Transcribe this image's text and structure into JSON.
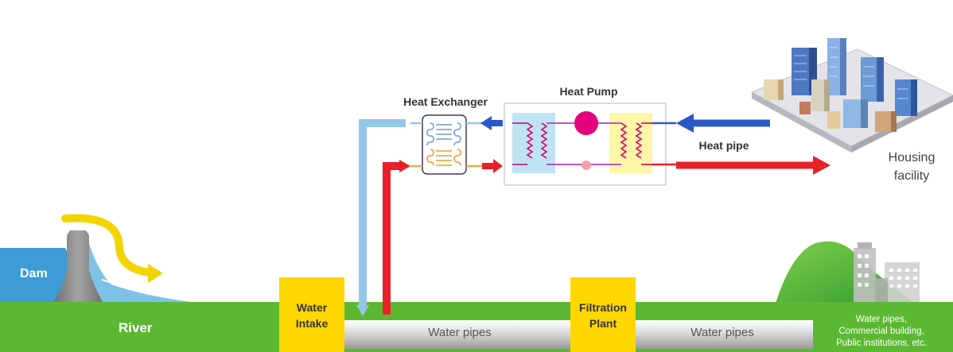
{
  "labels": {
    "dam": "Dam",
    "river": "River",
    "water_intake_line1": "Water",
    "water_intake_line2": "Intake",
    "filtration_line1": "Filtration",
    "filtration_line2": "Plant",
    "water_pipes_1": "Water pipes",
    "water_pipes_2": "Water pipes",
    "heat_exchanger": "Heat Exchanger",
    "heat_pump": "Heat Pump",
    "heat_pipe": "Heat pipe",
    "housing_line1": "Housing",
    "housing_line2": "facility",
    "city_line1": "Water pipes,",
    "city_line2": "Commercial building,",
    "city_line3": "Public institutions, etc."
  },
  "colors": {
    "ground_green": "#5cb832",
    "hill_green": "#3fae3a",
    "dam_water": "#3d9bd5",
    "dam_concrete": "#8c8c8c",
    "overflow_yellow": "#f4d400",
    "box_yellow": "#ffd700",
    "pipe_gray": "#c8c8c8",
    "cold_pipe": "#93c6e8",
    "hot_pipe": "#e8202a",
    "cold_arrow": "#2a58c8",
    "pump_magenta": "#e5007e",
    "panel_blue": "#bde3f5",
    "panel_yellow": "#fdf6a6"
  }
}
